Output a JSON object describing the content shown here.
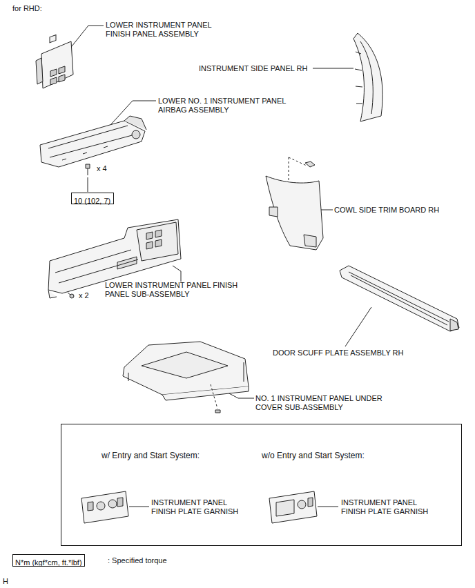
{
  "diagram": {
    "nodes": [
      {
        "text": [
          "10 (102, 7)"
        ]
      },
      {
        "text": [
          "w/ Entry and Start System:",
          "w/o Entry and Start System:",
          "INSTRUMENT PANEL FINISH PLATE GARNISH",
          "INSTRUMENT PANEL FINISH PLATE GARNISH"
        ]
      },
      {
        "text": [
          "N*m (kgf*cm, ft.*lbf)"
        ]
      }
    ],
    "labels": [
      "for RHD:",
      "LOWER INSTRUMENT PANEL FINISH PANEL ASSEMBLY",
      "INSTRUMENT SIDE PANEL RH",
      "LOWER NO. 1 INSTRUMENT PANEL AIRBAG ASSEMBLY",
      "x 4",
      "COWL SIDE TRIM BOARD RH",
      "LOWER INSTRUMENT PANEL FINISH PANEL SUB-ASSEMBLY",
      "x 2",
      "DOOR SCUFF PLATE ASSEMBLY RH",
      "NO. 1 INSTRUMENT PANEL UNDER COVER SUB-ASSEMBLY",
      ": Specified torque",
      "H"
    ]
  }
}
